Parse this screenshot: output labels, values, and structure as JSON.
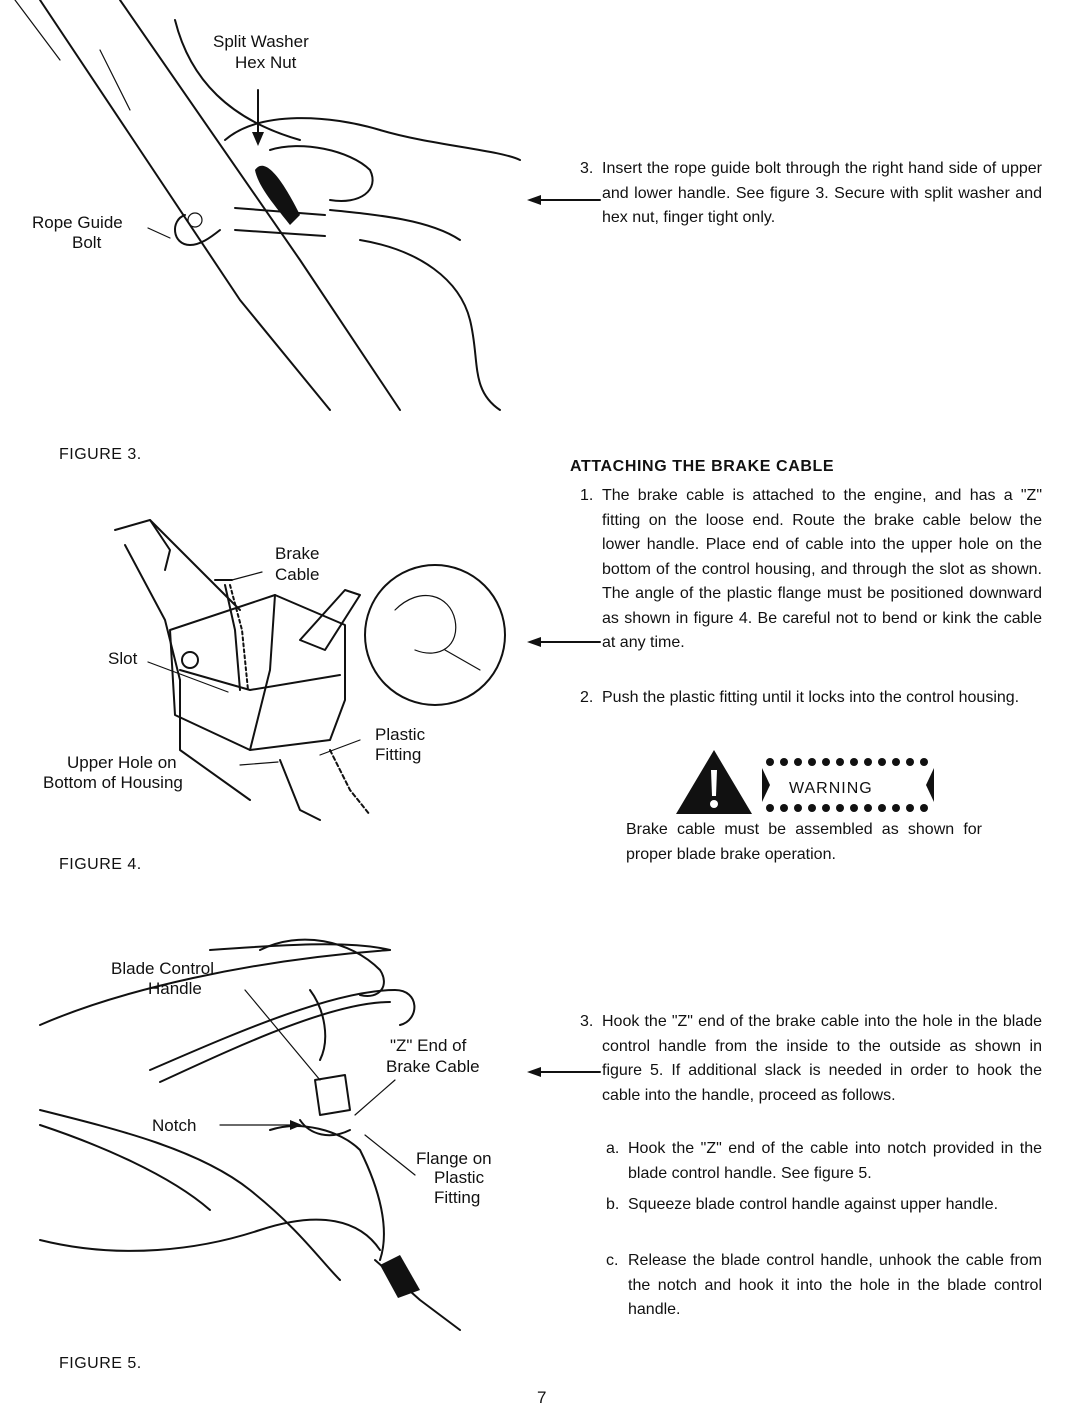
{
  "figure3": {
    "caption": "FIGURE 3.",
    "labels": {
      "split_washer": "Split Washer",
      "hex_nut": "Hex Nut",
      "rope_guide": "Rope Guide",
      "bolt": "Bolt"
    }
  },
  "figure4": {
    "caption": "FIGURE 4.",
    "labels": {
      "brake": "Brake",
      "cable": "Cable",
      "slot": "Slot",
      "upper_hole_on": "Upper Hole on",
      "bottom_of_housing": "Bottom of Housing",
      "plastic": "Plastic",
      "fitting": "Fitting"
    }
  },
  "figure5": {
    "caption": "FIGURE 5.",
    "labels": {
      "blade_control": "Blade Control",
      "handle": "Handle",
      "z_end_of": "\"Z\" End of",
      "brake_cable": "Brake Cable",
      "notch": "Notch",
      "flange_on": "Flange on",
      "plastic": "Plastic",
      "fitting": "Fitting"
    }
  },
  "step_rope": {
    "number": "3.",
    "text": "Insert the rope guide bolt through the right hand side of upper and lower handle. See figure 3. Secure with split washer and hex nut, finger tight only."
  },
  "brake_section": {
    "heading": "ATTACHING THE BRAKE CABLE",
    "step1": {
      "number": "1.",
      "text": "The brake cable is attached to the engine, and has a \"Z\" fitting on the loose end. Route the brake cable below the lower handle. Place end of cable into the upper hole on the bottom of the control housing, and through the slot as shown. The angle of the plastic flange must be positioned downward as shown in figure 4. Be careful not to bend or kink the cable at any time."
    },
    "step2": {
      "number": "2.",
      "text": "Push the plastic fitting until it locks into the control housing."
    },
    "warning": {
      "label": "WARNING",
      "text": "Brake cable must be assembled as shown for proper blade brake operation."
    },
    "step3": {
      "number": "3.",
      "text": "Hook the \"Z\" end of the brake cable into the hole in the blade control handle from the inside to the outside as shown in figure 5. If additional slack is needed in order to hook the cable into the handle, proceed as follows."
    },
    "substeps": [
      {
        "letter": "a.",
        "text": "Hook the \"Z\" end of the cable into notch provided in the blade control handle. See figure 5."
      },
      {
        "letter": "b.",
        "text": "Squeeze blade control handle against upper handle."
      },
      {
        "letter": "c.",
        "text": "Release the blade control handle, unhook the cable from the notch and hook it into the hole in the blade control handle."
      }
    ]
  },
  "page_number": "7"
}
